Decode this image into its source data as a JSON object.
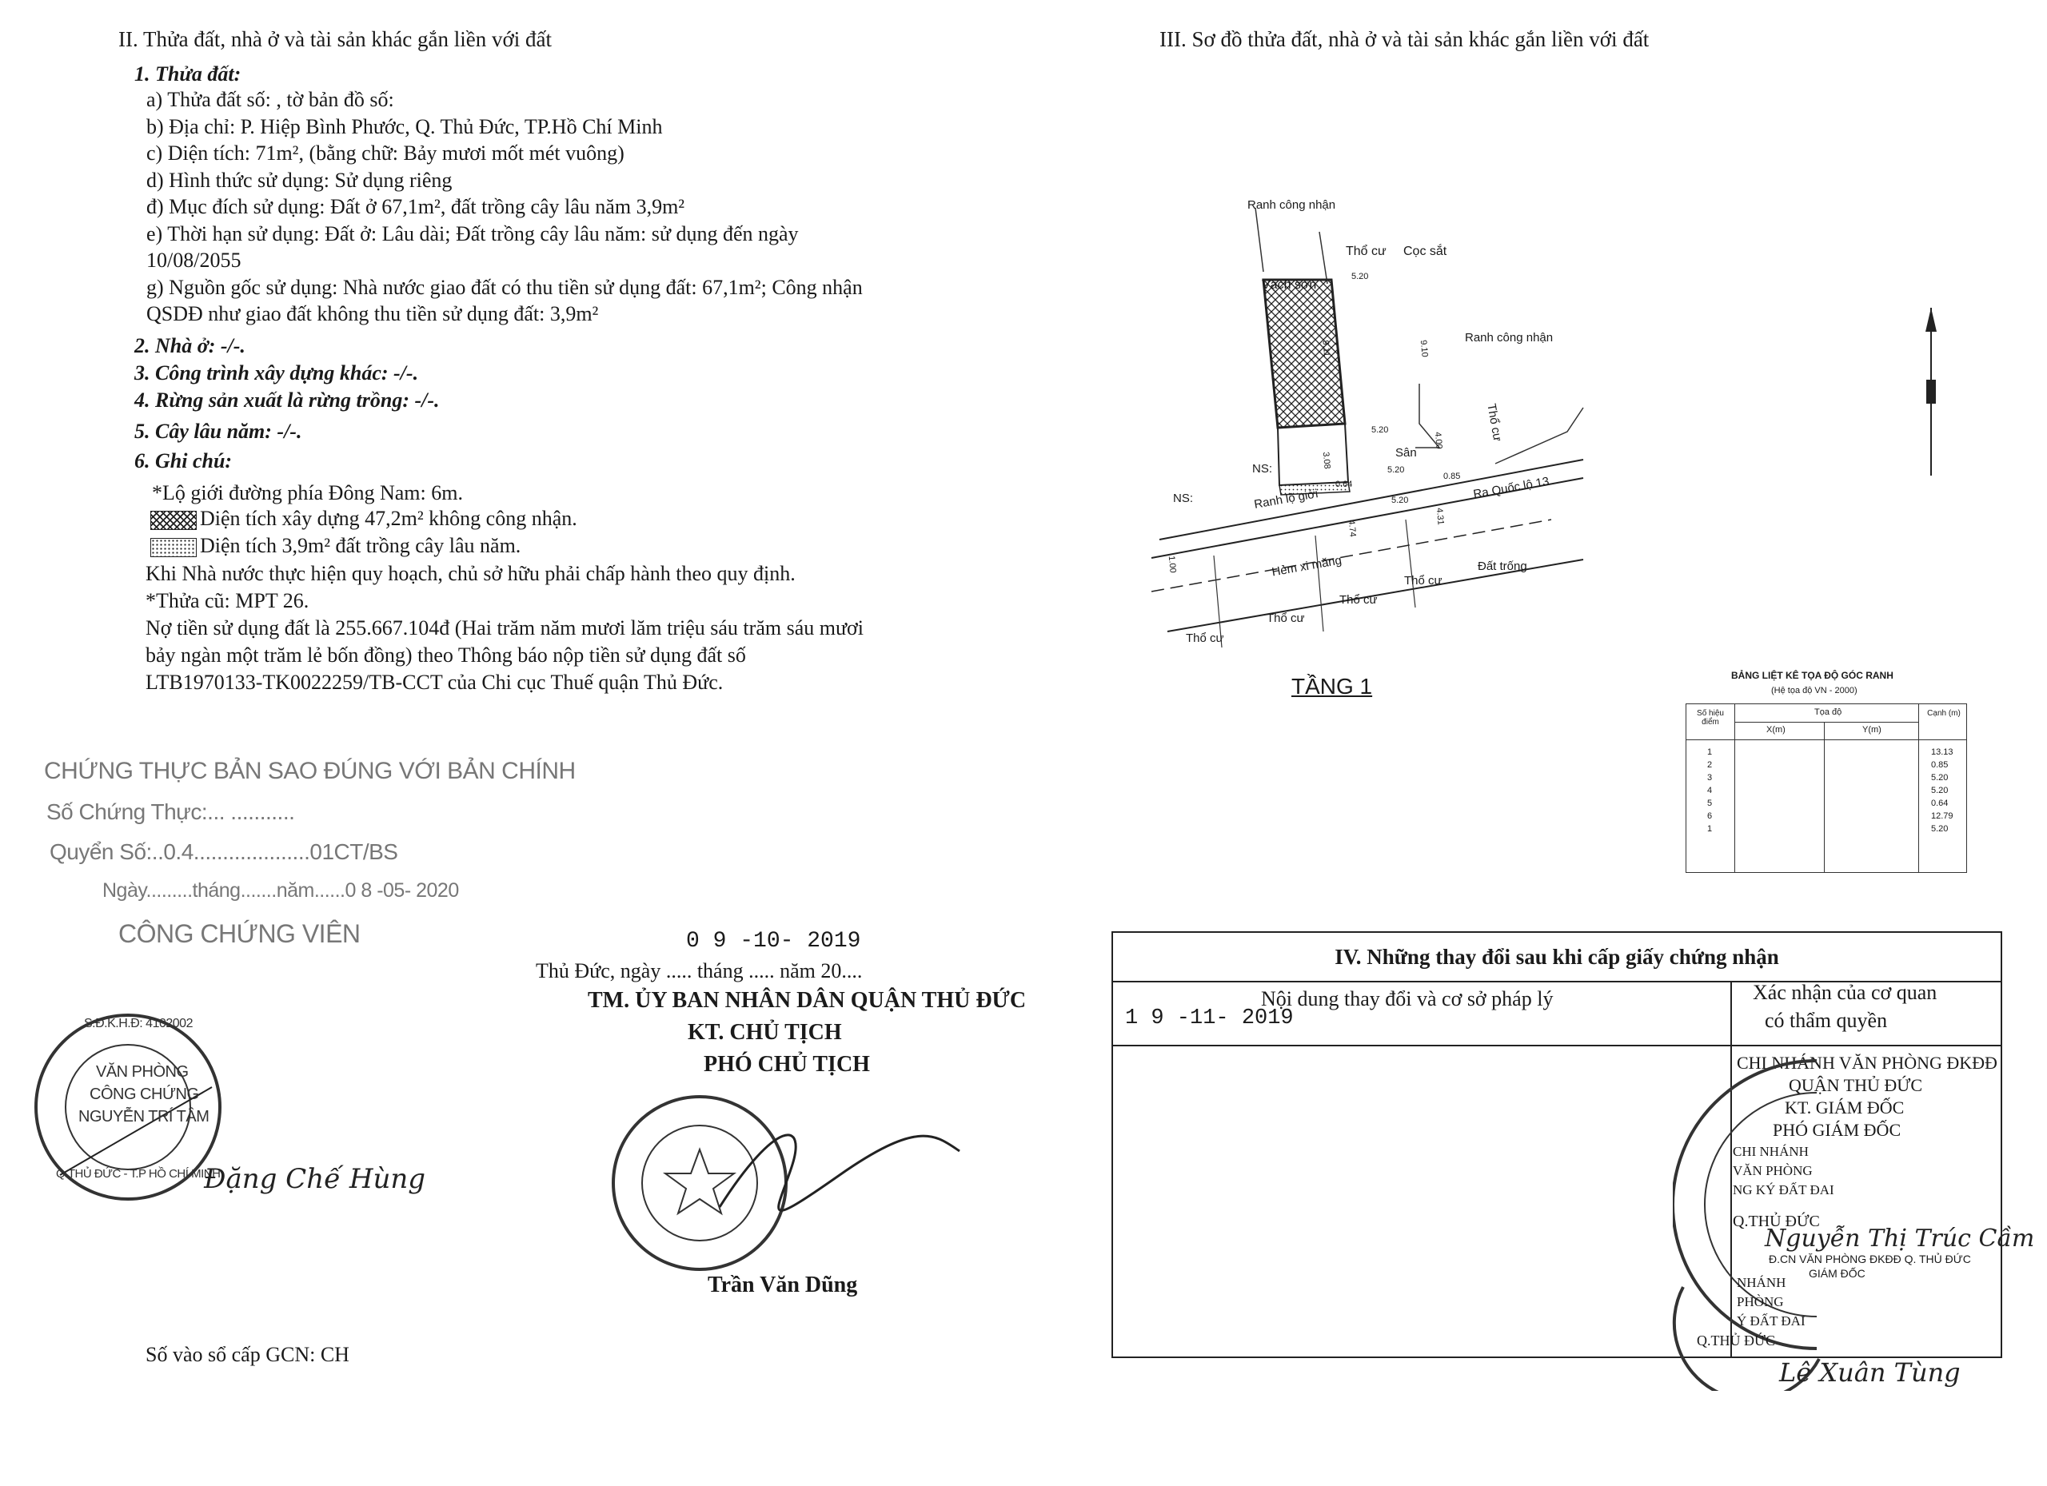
{
  "left": {
    "section2_title": "II. Thửa đất, nhà ở và tài sản khác gắn liền với đất",
    "plot_heading": "1. Thửa đất:",
    "plot_lines": [
      "a) Thửa đất số:                 , tờ bản đồ số:",
      "b) Địa chỉ:  P. Hiệp Bình Phước, Q. Thủ Đức, TP.Hồ Chí Minh",
      "c) Diện tích:        71m², (bằng chữ: Bảy mươi mốt mét vuông)",
      "d) Hình thức sử dụng:   Sử dụng riêng",
      "đ) Mục đích sử dụng:  Đất ở 67,1m², đất trồng cây lâu năm 3,9m²",
      "e) Thời hạn sử dụng:  Đất ở: Lâu dài; Đất trồng cây lâu năm: sử dụng đến ngày",
      "    10/08/2055",
      "g) Nguồn gốc sử dụng: Nhà nước giao đất có thu tiền sử dụng đất: 67,1m²; Công nhận",
      "    QSDĐ như giao đất không thu tiền sử dụng đất: 3,9m²"
    ],
    "items": [
      "2. Nhà ở:  -/-.",
      "3. Công trình xây dựng khác: -/-.",
      "4. Rừng sản xuất là rừng trồng: -/-.",
      "5. Cây lâu năm:  -/-.",
      "6. Ghi chú:"
    ],
    "notes": {
      "road": "*Lộ giới đường phía Đông Nam: 6m.",
      "hatch_legend": "Diện tích xây dựng 47,2m² không công nhận.",
      "dots_legend": "Diện tích 3,9m² đất trồng cây lâu năm.",
      "planning": "Khi Nhà nước thực hiện quy hoạch, chủ sở hữu phải chấp hành theo quy định.",
      "old_plot": "*Thửa cũ: MPT 26.",
      "debt_1": "Nợ tiền sử dụng đất là 255.667.104đ (Hai trăm năm mươi lăm triệu sáu trăm sáu mươi",
      "debt_2": "bảy ngàn một trăm lẻ bốn đồng) theo Thông báo nộp tiền sử dụng đất số",
      "debt_3": "LTB1970133-TK0022259/TB-CCT của Chi cục Thuế quận Thủ Đức."
    },
    "certify_stamp": {
      "line1": "CHỨNG THỰC BẢN SAO ĐÚNG VỚI BẢN CHÍNH",
      "line2": "Số Chứng Thực:...                            ...........",
      "line3": "Quyển Số:..0.4....................01CT/BS",
      "line4": "Ngày.........tháng.......năm......0 8 -05- 2020",
      "line5": "CÔNG CHỨNG VIÊN"
    },
    "notary_round_stamp": {
      "outer": "S.Đ.K.H.Đ: 4102002",
      "inner1": "VĂN PHÒNG",
      "inner2": "CÔNG CHỨNG",
      "inner3": "NGUYỄN TRÍ TÂM",
      "bottom": "Q.THỦ ĐỨC - T.P HỒ CHÍ MINH"
    },
    "notary_signature": "Đặng Chế Hùng",
    "issue_date_stamp": "0 9 -10- 2019",
    "issue_place": "Thủ Đức, ngày ..... tháng ..... năm 20....",
    "authority_1": "TM. ỦY BAN NHÂN DÂN QUẬN THỦ ĐỨC",
    "authority_2": "KT. CHỦ TỊCH",
    "authority_3": "PHÓ CHỦ TỊCH",
    "signer_name": "Trần Văn Dũng",
    "gcn_number": "Số vào sổ cấp GCN: CH"
  },
  "right": {
    "section3_title": "III. Sơ đồ thửa đất, nhà ở và tài sản khác gắn liền với đất",
    "diagram_labels": {
      "ranh_cong_nhan_top": "Ranh công nhận",
      "tho_cu_top": "Thổ cư",
      "coc_sat": "Cọc sắt",
      "vach_son": "Vạch sơn",
      "ranh_cong_nhan_right": "Ranh công nhận",
      "tho_cu_right": "Thổ cư",
      "san": "Sân",
      "ns_1": "NS:",
      "ns_2": "NS:",
      "ranh_lo_gioi": "Ranh lộ giới",
      "ra_quoc_lo": "Ra Quốc lộ 13",
      "hem_xi_mang": "Hẻm xi măng",
      "tho_cu_1": "Thổ cư",
      "tho_cu_2": "Thổ cư",
      "tho_cu_3": "Thổ cư",
      "tho_cu_4": "Thổ cư",
      "dat_trong": "Đất trống",
      "tang": "TẦNG 1",
      "dims": [
        "5.20",
        "9.11",
        "9.10",
        "5.20",
        "5.20",
        "5.20",
        "0.64",
        "0.85",
        "4.00",
        "3.08",
        "4.74",
        "4.31",
        "1.00"
      ]
    },
    "coord_table": {
      "title": "BẢNG LIỆT KÊ TỌA ĐỘ GÓC RANH",
      "subtitle": "(Hệ tọa độ VN - 2000)",
      "col_point": "Số hiệu điểm",
      "col_coord": "Tọa độ",
      "col_x": "X(m)",
      "col_y": "Y(m)",
      "col_edge": "Cạnh (m)",
      "rows": [
        {
          "pt": "1",
          "edge": "13.13"
        },
        {
          "pt": "2",
          "edge": "0.85"
        },
        {
          "pt": "3",
          "edge": "5.20"
        },
        {
          "pt": "4",
          "edge": "5.20"
        },
        {
          "pt": "5",
          "edge": "0.64"
        },
        {
          "pt": "6",
          "edge": "12.79"
        },
        {
          "pt": "1",
          "edge": "5.20"
        }
      ]
    },
    "section4_title": "IV. Những thay đổi sau khi cấp giấy chứng nhận",
    "col_content": "Nội dung thay đổi và cơ sở pháp lý",
    "col_confirm_1": "Xác nhận của cơ quan",
    "col_confirm_2": "có thẩm quyền",
    "change_date": "1 9 -11- 2019",
    "confirm_lines": [
      "CHI NHÁNH VĂN PHÒNG ĐKĐĐ",
      "QUẬN THỦ ĐỨC",
      "KT. GIÁM ĐỐC",
      "PHÓ GIÁM ĐỐC"
    ],
    "confirm_signature": "Nguyễn Thị Trúc Cầm",
    "confirm_sub": "Đ.CN VĂN PHÒNG ĐKĐĐ Q. THỦ ĐỨC",
    "confirm_sub2": "GIÁM ĐỐC",
    "stamp_fragments": [
      "CHI NHÁNH",
      "VĂN PHÒNG",
      "NG KÝ ĐẤT ĐAI",
      "Q.THỦ ĐỨC",
      "NHÁNH",
      "PHÒNG",
      "Ý ĐẤT ĐAI",
      "Q.THỦ ĐỨC"
    ],
    "final_signature": "Lê Xuân Tùng"
  }
}
